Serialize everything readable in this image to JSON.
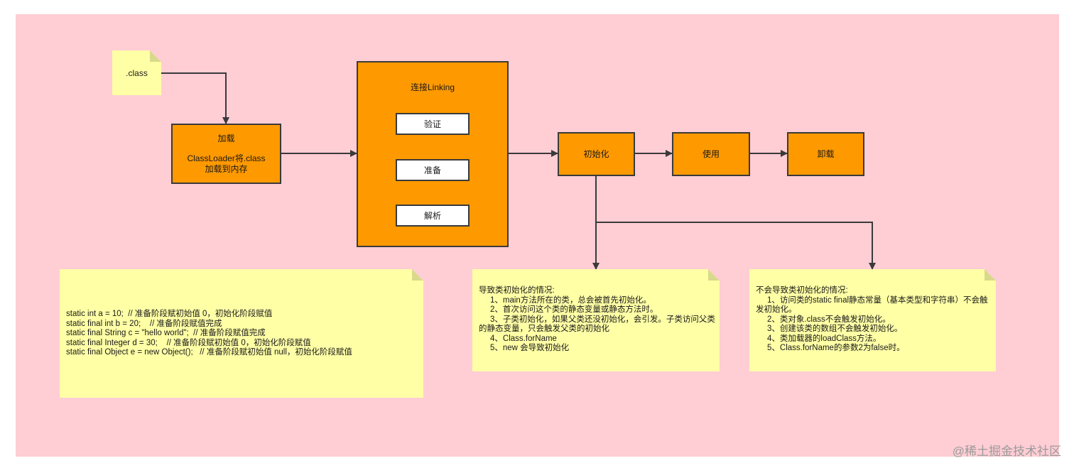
{
  "class_note": ".class",
  "load_box": {
    "title": "加载",
    "desc": "ClassLoader将.class加载到内存"
  },
  "linking": {
    "title": "连接Linking",
    "steps": [
      "验证",
      "准备",
      "解析"
    ]
  },
  "init_box": "初始化",
  "use_box": "使用",
  "unload_box": "卸载",
  "code_note": {
    "lines": [
      "static int a = 10;  // 准备阶段赋初始值 0，初始化阶段赋值",
      "static final int b = 20;    // 准备阶段赋值完成",
      "static final String c = \"hello world\";  // 准备阶段赋值完成",
      "static final Integer d = 30;    // 准备阶段赋初始值 0，初始化阶段赋值",
      "static final Object e = new Object();   // 准备阶段赋初始值 null，初始化阶段赋值"
    ]
  },
  "trigger_note": {
    "title": "导致类初始化的情况:",
    "items": [
      "1、main方法所在的类，总会被首先初始化。",
      "2、首次访问这个类的静态变量或静态方法时。",
      "3、子类初始化，如果父类还没初始化，会引发。子类访问父类的静态变量，只会触发父类的初始化",
      "4、Class.forName",
      "5、new 会导致初始化"
    ]
  },
  "no_trigger_note": {
    "title": "不会导致类初始化的情况:",
    "items": [
      "1、访问类的static final静态常量（基本类型和字符串）不会触发初始化。",
      "2、类对象.class不会触发初始化。",
      "3、创建该类的数组不会触发初始化。",
      "4、类加载器的loadClass方法。",
      "5、Class.forName的参数2为false时。"
    ]
  },
  "watermark": "@稀土掘金技术社区",
  "colors": {
    "background": "#ffcdd4",
    "box": "#ff9900",
    "note": "#ffffa6",
    "line": "#3a3a3a"
  }
}
